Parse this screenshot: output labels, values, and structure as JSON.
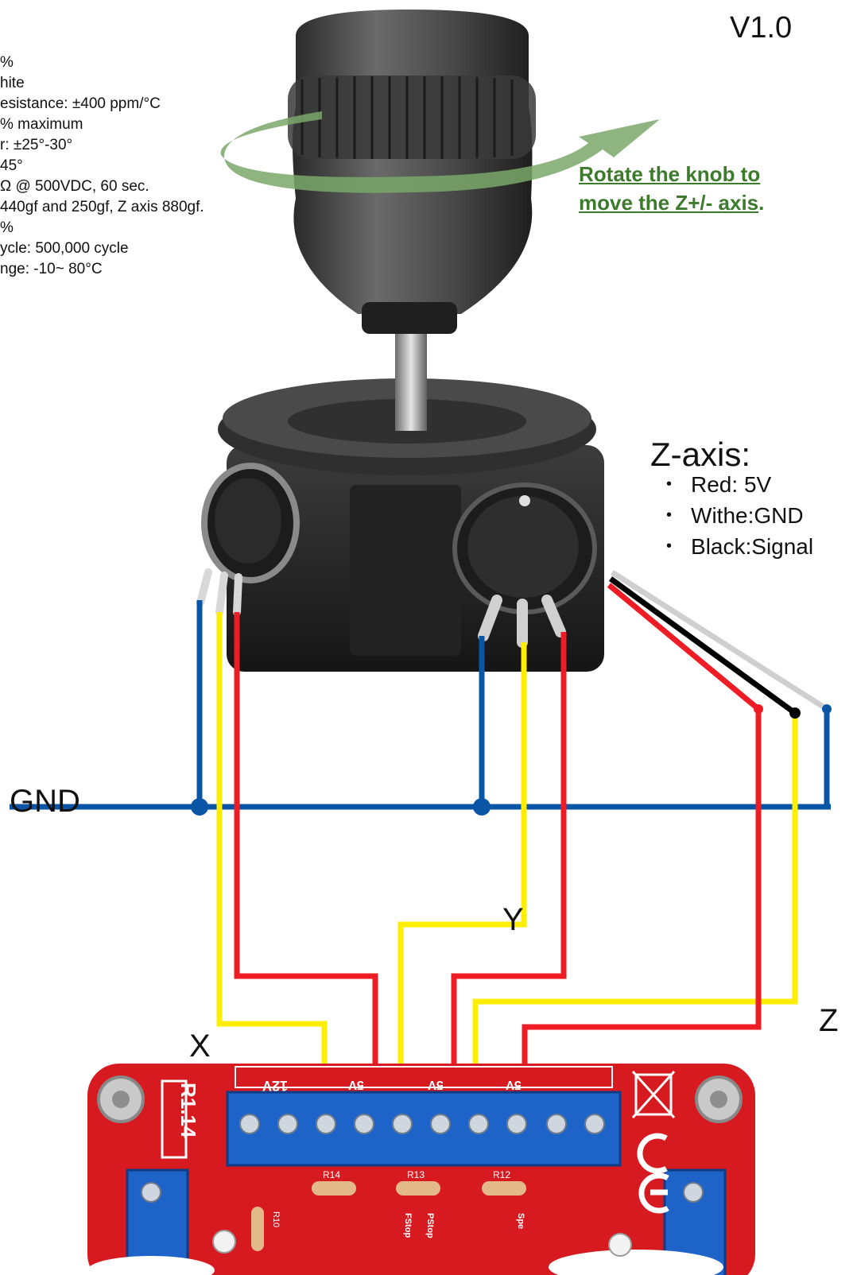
{
  "version": "V1.0",
  "specs": [
    "%",
    "",
    "hite",
    "esistance: ±400 ppm/°C",
    "% maximum",
    "r:  ±25°-30°",
    "45°",
    "Ω @ 500VDC, 60 sec.",
    "440gf and 250gf, Z axis 880gf.",
    "%",
    "ycle: 500,000 cycle",
    "nge: -10~ 80°C"
  ],
  "rotate_note": {
    "line1": "Rotate the knob to",
    "line2": "move the Z+/- axis",
    "punct": "."
  },
  "z_axis": {
    "title": "Z-axis:",
    "items": [
      "Red: 5V",
      "Withe:GND",
      "Black:Signal"
    ]
  },
  "wire_labels": {
    "gnd": "GND",
    "x": "X",
    "y": "Y",
    "z": "Z"
  },
  "board": {
    "model": "R1.14",
    "terminal_header": [
      "12V",
      "5V",
      "5V",
      "5V"
    ],
    "resistors": [
      "R14",
      "R13",
      "R12"
    ],
    "resistor_left": "R10",
    "silk": [
      "FStop",
      "PStop",
      "Spe"
    ]
  },
  "colors": {
    "gnd": "#0a55a5",
    "signal": "#ffee00",
    "vcc": "#ee1c24",
    "black": "#000000",
    "white": "#cfcfcf",
    "arrow": "#7aa868",
    "note": "#3c7a2c",
    "board": "#d71920",
    "terminal": "#1e63c8"
  }
}
